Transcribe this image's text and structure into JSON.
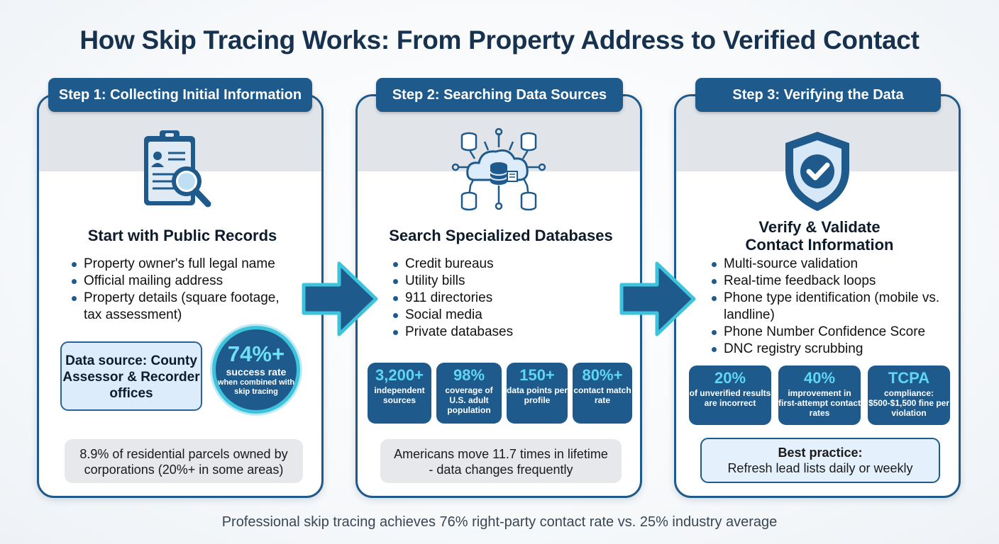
{
  "title": "How Skip Tracing Works: From Property Address to Verified Contact",
  "steps": [
    {
      "tab": "Step 1: Collecting Initial Information",
      "icon": "clipboard-search-icon",
      "heading": "Start with Public Records",
      "bullets": [
        "Property owner's full legal name",
        "Official mailing address",
        "Property details (square footage, tax assessment)"
      ],
      "source_box": "Data source: County Assessor & Recorder offices",
      "circle": {
        "value": "74%+",
        "label": "success rate",
        "sublabel": "when combined with skip tracing"
      },
      "note": "8.9% of residential parcels owned by corporations (20%+ in some areas)"
    },
    {
      "tab": "Step 2: Searching Data Sources",
      "icon": "database-network-icon",
      "heading": "Search Specialized Databases",
      "bullets": [
        "Credit bureaus",
        "Utility bills",
        "911 directories",
        "Social media",
        "Private databases"
      ],
      "stats": [
        {
          "value": "3,200+",
          "label": "independent sources"
        },
        {
          "value": "98%",
          "label": "coverage of U.S. adult population"
        },
        {
          "value": "150+",
          "label": "data points per profile"
        },
        {
          "value": "80%+",
          "label": "contact match rate"
        }
      ],
      "note": "Americans move 11.7 times in lifetime - data changes frequently"
    },
    {
      "tab": "Step 3: Verifying the Data",
      "icon": "shield-check-icon",
      "heading": "Verify & Validate Contact Information",
      "bullets": [
        "Multi-source validation",
        "Real-time feedback loops",
        "Phone type identification (mobile vs. landline)",
        "Phone Number Confidence Score",
        "DNC registry scrubbing"
      ],
      "stats": [
        {
          "value": "20%",
          "label": "of unverified results are incorrect"
        },
        {
          "value": "40%",
          "label": "improvement in first-attempt contact rates"
        },
        {
          "value": "TCPA",
          "label": "compliance: $500-$1,500 fine per violation"
        }
      ],
      "best_practice": {
        "title": "Best practice:",
        "text": "Refresh lead lists daily or weekly"
      }
    }
  ],
  "footer": "Professional skip tracing achieves 76% right-party contact rate vs. 25% industry average",
  "colors": {
    "primary": "#1f5a8c",
    "accent": "#3ec3dc",
    "title": "#17324f"
  }
}
